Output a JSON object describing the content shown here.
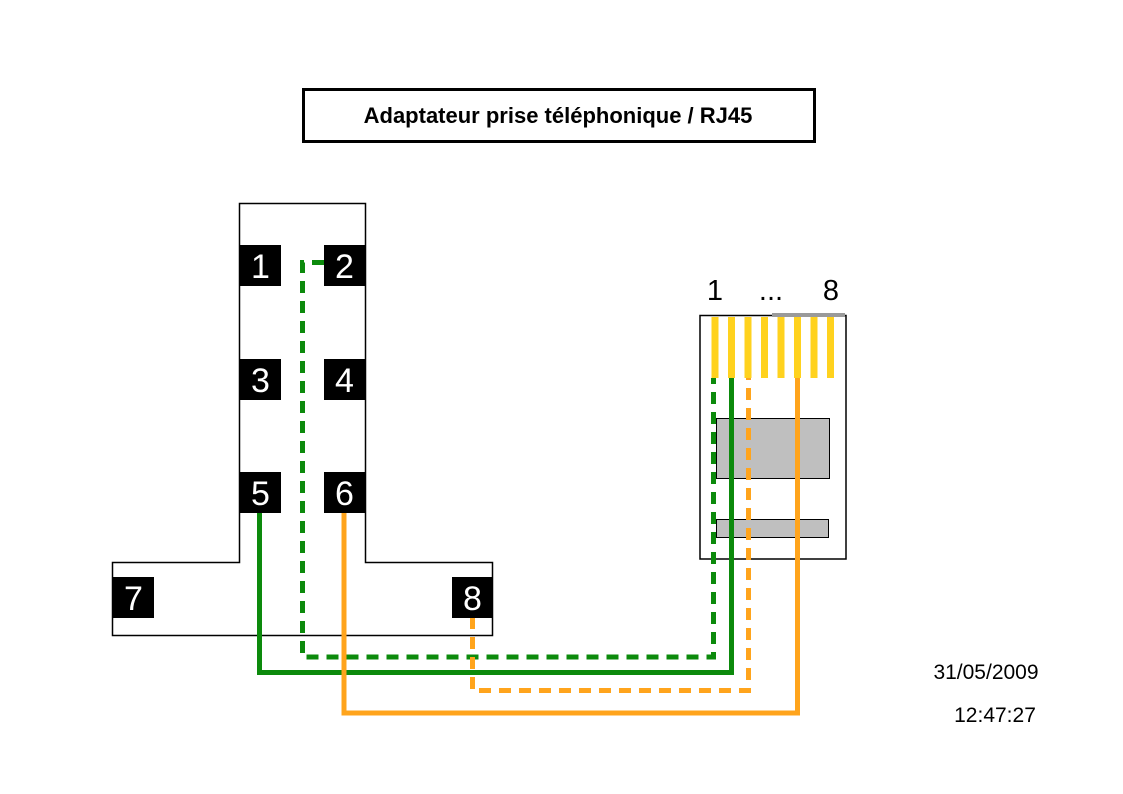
{
  "title": "Adaptateur prise téléphonique / RJ45",
  "colors": {
    "green": "#0C8A0C",
    "orange": "#FFA41C",
    "yellow": "#FFD21E",
    "contact_gray": "#BFBFBF",
    "sliver_gray": "#9A9A9A",
    "pin_black": "#000000"
  },
  "phone_plug": {
    "name": "prise-telephonique",
    "pins": [
      {
        "number": "1"
      },
      {
        "number": "2"
      },
      {
        "number": "3"
      },
      {
        "number": "4"
      },
      {
        "number": "5"
      },
      {
        "number": "6"
      },
      {
        "number": "7"
      },
      {
        "number": "8"
      }
    ]
  },
  "rj45": {
    "name": "RJ45",
    "pin_label_first": "1",
    "pin_label_ellipsis": "...",
    "pin_label_last": "8"
  },
  "wires": [
    {
      "id": "green-dashed",
      "from": "prise pin 2",
      "to": "RJ45 pin 1",
      "style": "dashed",
      "color": "#0C8A0C"
    },
    {
      "id": "green-solid",
      "from": "prise pin 5",
      "to": "RJ45 pin 2",
      "style": "solid",
      "color": "#0C8A0C"
    },
    {
      "id": "orange-dashed",
      "from": "prise pin 8",
      "to": "RJ45 pin 3",
      "style": "dashed",
      "color": "#FFA41C"
    },
    {
      "id": "orange-solid",
      "from": "prise pin 6",
      "to": "RJ45 pin 6",
      "style": "solid",
      "color": "#FFA41C"
    }
  ],
  "timestamp": {
    "date": "31/05/2009",
    "time": "12:47:27"
  }
}
